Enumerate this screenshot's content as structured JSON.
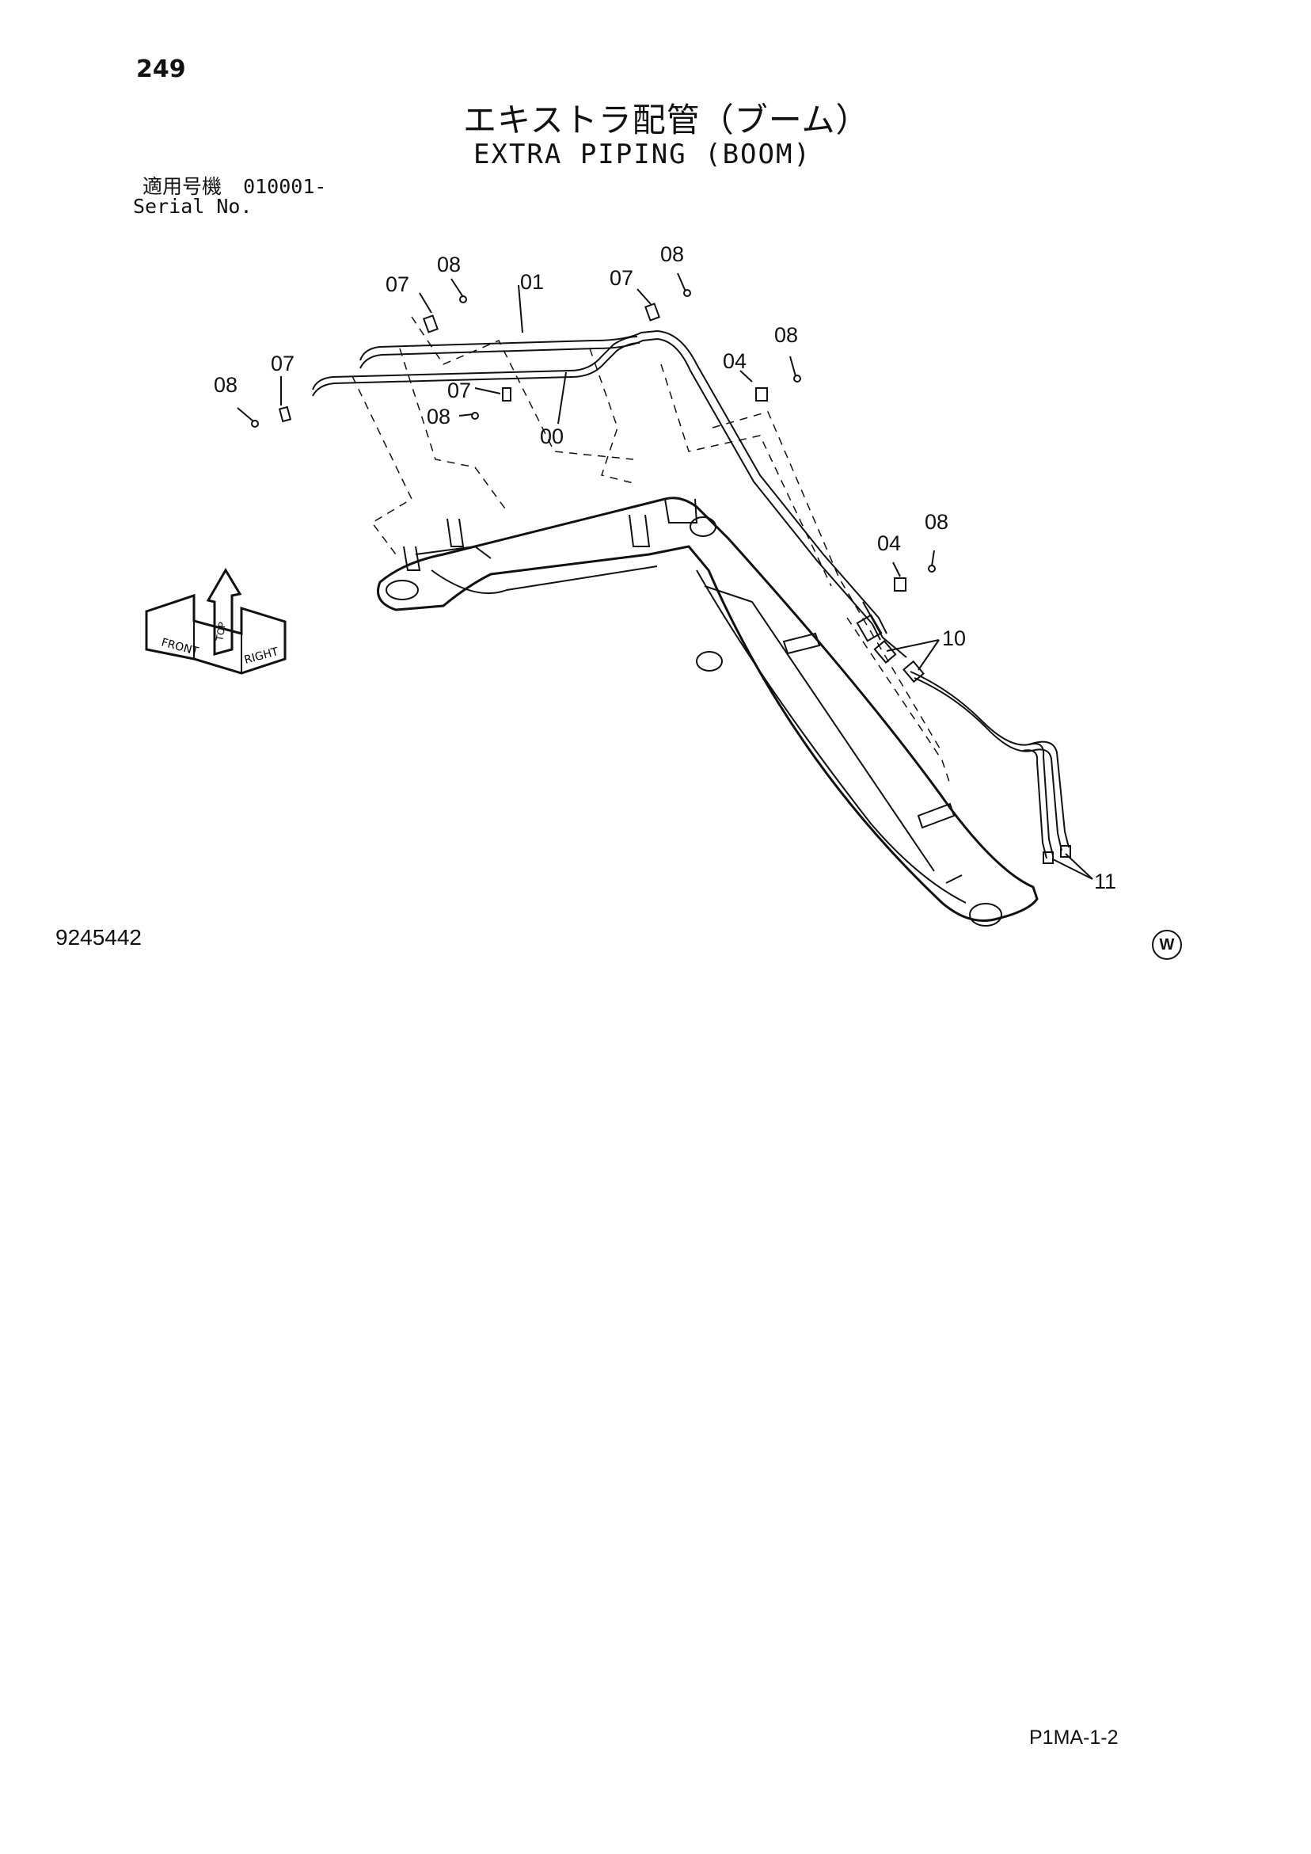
{
  "header": {
    "page_number": "249",
    "title_jp": "エキストラ配管（ブーム）",
    "title_en": "EXTRA PIPING (BOOM)",
    "serial_label_jp": "適用号機",
    "serial_value": "010001-",
    "serial_label_en": "Serial No."
  },
  "diagram": {
    "callouts": [
      "08",
      "07",
      "01",
      "07",
      "08",
      "07",
      "08",
      "07",
      "08",
      "00",
      "04",
      "08",
      "04",
      "08",
      "10",
      "11"
    ],
    "orientation": {
      "front": "FRONT",
      "top": "TOP",
      "right": "RIGHT"
    }
  },
  "footer": {
    "drawing_number": "9245442",
    "w_mark": "W",
    "page_code": "P1MA-1-2"
  }
}
